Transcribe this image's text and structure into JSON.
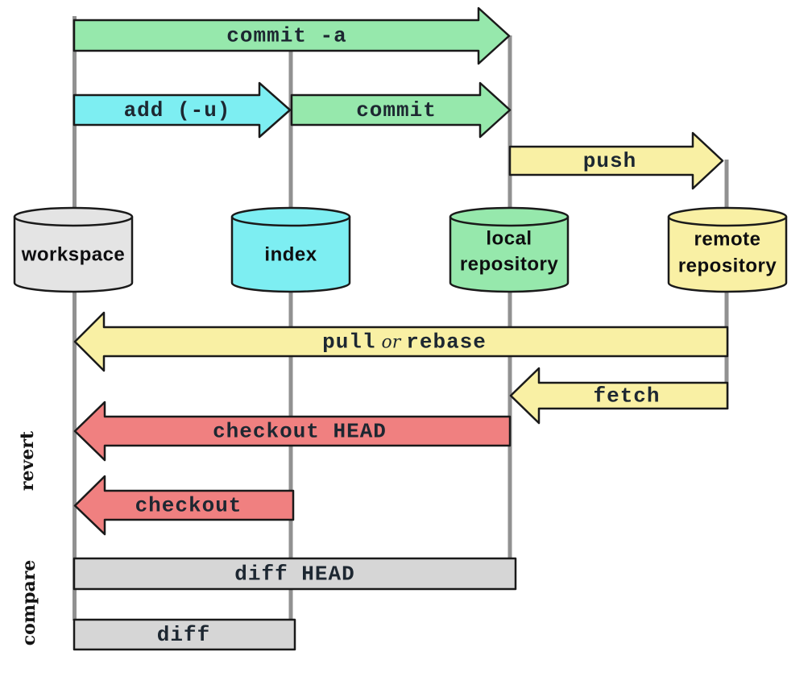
{
  "colors": {
    "green": "#96e8ac",
    "cyan": "#7deef2",
    "yellow": "#f9f0a4",
    "red": "#f08080",
    "bar_gray": "#d6d6d6",
    "workspace_gray": "#e4e4e4",
    "lifeline_gray": "#919191",
    "border": "#1a1a1a"
  },
  "nodes": {
    "workspace": {
      "label": "workspace"
    },
    "index": {
      "label": "index"
    },
    "local": {
      "line1": "local",
      "line2": "repository"
    },
    "remote": {
      "line1": "remote",
      "line2": "repository"
    }
  },
  "commands": {
    "commit_a": "commit -a",
    "add": "add (-u)",
    "commit": "commit",
    "push": "push",
    "pull": "pull",
    "or": " or ",
    "rebase": "rebase",
    "fetch": "fetch",
    "checkout_head": "checkout HEAD",
    "checkout": "checkout",
    "diff_head": "diff HEAD",
    "diff": "diff"
  },
  "side_labels": {
    "revert": "revert",
    "compare": "compare"
  }
}
